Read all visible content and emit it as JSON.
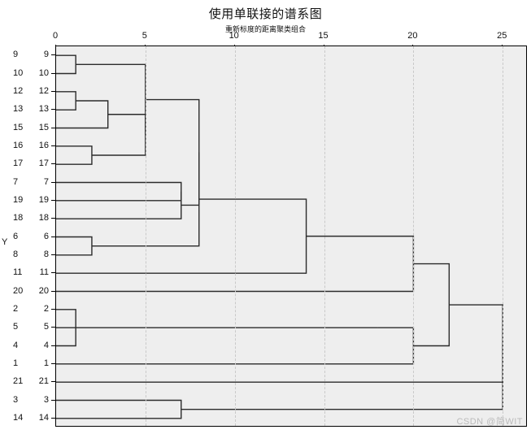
{
  "chart_data": {
    "type": "dendrogram",
    "title": "使用单联接的谱系图",
    "subtitle": "重新标度的距离聚类组合",
    "xlabel": "",
    "ylabel": "Y",
    "xlim": [
      0,
      26.4
    ],
    "ylim": [
      0,
      21
    ],
    "grid": "vertical-dashed",
    "legend": "none",
    "xticks": [
      0,
      5,
      10,
      15,
      20,
      25
    ],
    "xticklabels": [
      "0",
      "5",
      "10",
      "15",
      "20",
      "25"
    ],
    "leaf_order": [
      "9",
      "10",
      "12",
      "13",
      "15",
      "16",
      "17",
      "7",
      "19",
      "18",
      "6",
      "8",
      "11",
      "20",
      "2",
      "5",
      "4",
      "1",
      "21",
      "3",
      "14"
    ],
    "yticklabels": [
      "9",
      "10",
      "12",
      "13",
      "15",
      "16",
      "17",
      "7",
      "19",
      "18",
      "6",
      "8",
      "11",
      "20",
      "2",
      "5",
      "4",
      "1",
      "21",
      "3",
      "14"
    ],
    "linkage_method": "single",
    "merges": [
      {
        "id": "m1",
        "left": "9",
        "right": "10",
        "distance": 1.1
      },
      {
        "id": "m2",
        "left": "12",
        "right": "13",
        "distance": 1.1
      },
      {
        "id": "m3",
        "left": "16",
        "right": "17",
        "distance": 2.0
      },
      {
        "id": "m4",
        "left": "m2",
        "right": "15",
        "distance": 2.9
      },
      {
        "id": "m5",
        "left": "m4",
        "right": "m3",
        "distance": 5.0
      },
      {
        "id": "m6",
        "left": "m1",
        "right": "m5",
        "distance": 5.0
      },
      {
        "id": "m7",
        "left": "6",
        "right": "8",
        "distance": 2.0
      },
      {
        "id": "m8",
        "left": "7",
        "right": "19",
        "distance": 7.0
      },
      {
        "id": "m9",
        "left": "m8",
        "right": "18",
        "distance": 7.0
      },
      {
        "id": "m10",
        "left": "m6",
        "right": "m9",
        "distance": 8.0
      },
      {
        "id": "m11",
        "left": "m10",
        "right": "m7",
        "distance": 8.0
      },
      {
        "id": "m12",
        "left": "m11",
        "right": "11",
        "distance": 14.0
      },
      {
        "id": "m13",
        "left": "2",
        "right": "4",
        "distance": 1.1
      },
      {
        "id": "m14",
        "left": "m13",
        "right": "5",
        "distance": 18.0
      },
      {
        "id": "m15",
        "left": "m14",
        "right": "1",
        "distance": 20.0
      },
      {
        "id": "m16",
        "left": "m12",
        "right": "20",
        "distance": 20.0
      },
      {
        "id": "m17",
        "left": "m16",
        "right": "m15",
        "distance": 22.0
      },
      {
        "id": "m18",
        "left": "3",
        "right": "14",
        "distance": 7.0
      },
      {
        "id": "m19",
        "left": "m17",
        "right": "21",
        "distance": 25.0
      },
      {
        "id": "m20",
        "left": "m19",
        "right": "m18",
        "distance": 25.0
      }
    ]
  },
  "watermark": {
    "text": "CSDN @简WIT"
  }
}
